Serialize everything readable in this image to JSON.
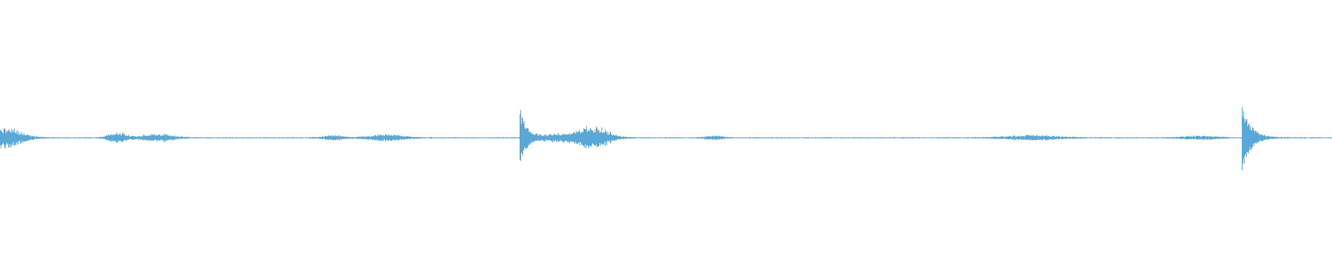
{
  "waveform": {
    "color": "#5aa8d8",
    "background": "#ffffff",
    "bursts": [
      {
        "position": 0.0,
        "amplitude": 0.09,
        "decay": 0.022,
        "kind": "swell"
      },
      {
        "position": 0.088,
        "amplitude": 0.04,
        "decay": 0.01,
        "kind": "swell"
      },
      {
        "position": 0.118,
        "amplitude": 0.03,
        "decay": 0.018,
        "kind": "swell"
      },
      {
        "position": 0.25,
        "amplitude": 0.02,
        "decay": 0.012,
        "kind": "swell"
      },
      {
        "position": 0.29,
        "amplitude": 0.025,
        "decay": 0.02,
        "kind": "swell"
      },
      {
        "position": 0.39,
        "amplitude": 0.22,
        "decay": 0.015,
        "kind": "transient"
      },
      {
        "position": 0.42,
        "amplitude": 0.03,
        "decay": 0.02,
        "kind": "swell"
      },
      {
        "position": 0.445,
        "amplitude": 0.09,
        "decay": 0.018,
        "kind": "swell"
      },
      {
        "position": 0.536,
        "amplitude": 0.015,
        "decay": 0.01,
        "kind": "swell"
      },
      {
        "position": 0.775,
        "amplitude": 0.02,
        "decay": 0.03,
        "kind": "swell"
      },
      {
        "position": 0.9,
        "amplitude": 0.015,
        "decay": 0.02,
        "kind": "swell"
      },
      {
        "position": 0.932,
        "amplitude": 0.26,
        "decay": 0.018,
        "kind": "transient"
      }
    ],
    "noise_floor": 0.004
  }
}
